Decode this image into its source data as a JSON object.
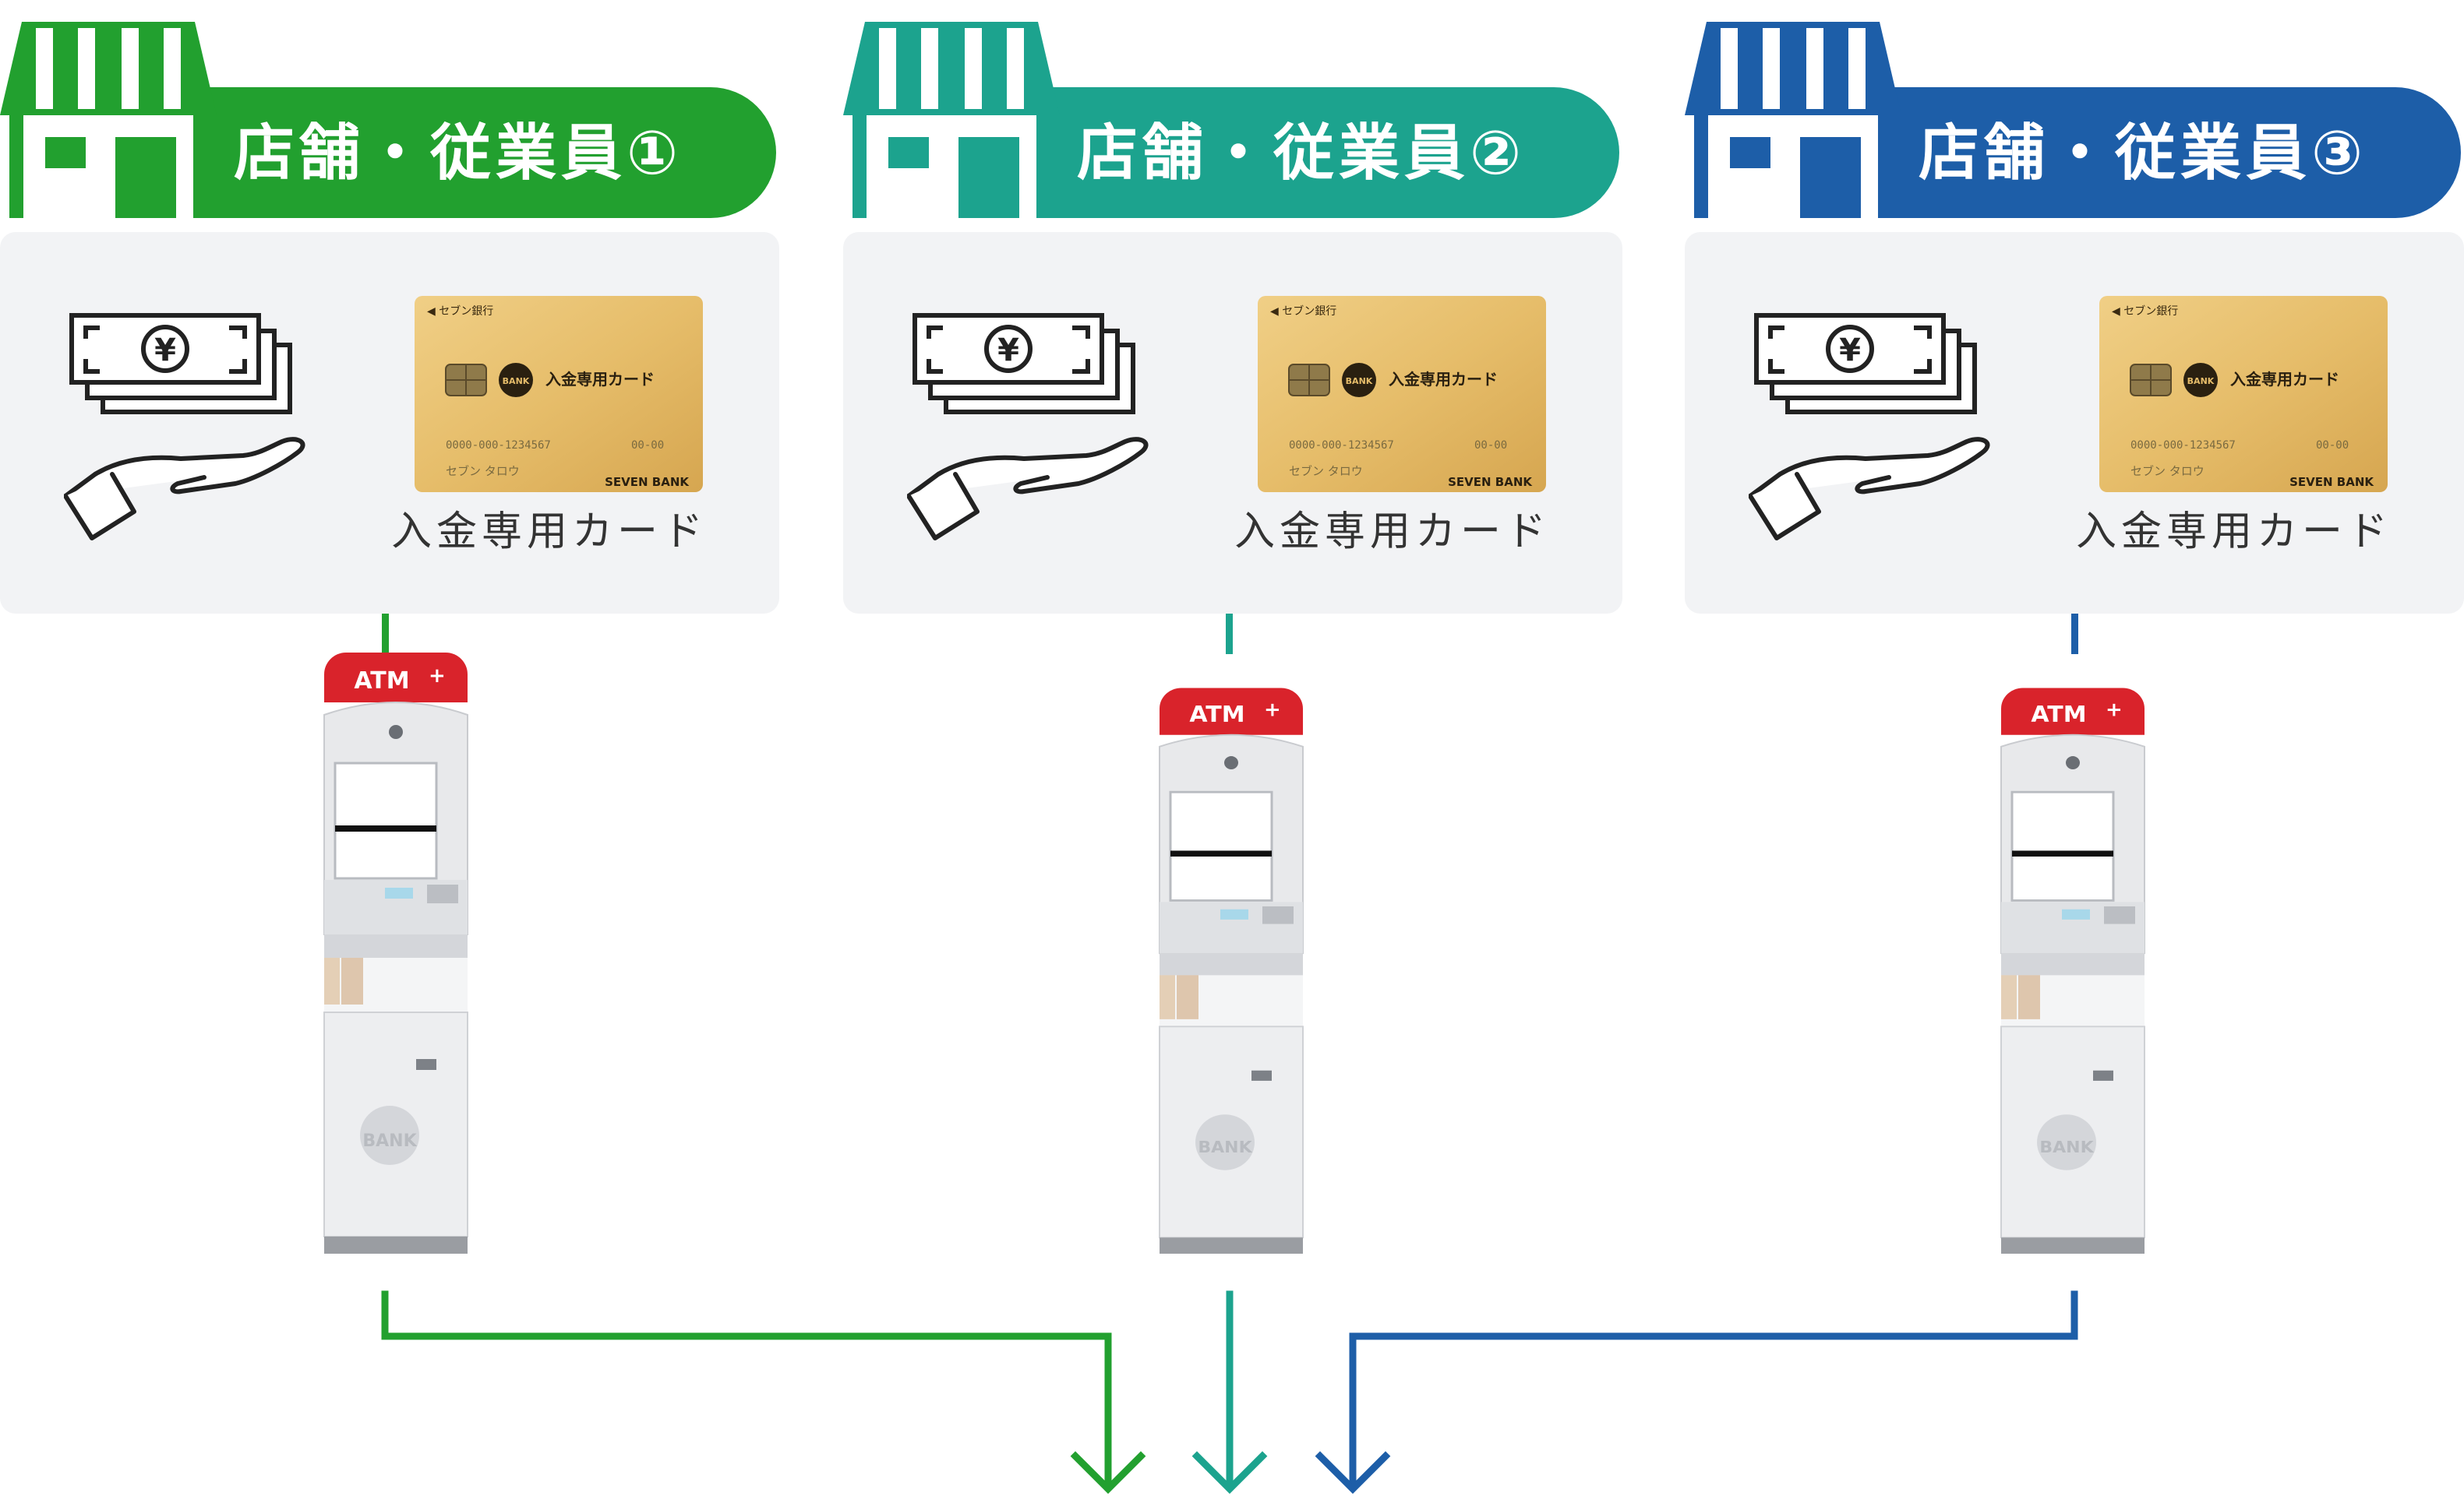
{
  "columns": [
    {
      "title": "店舗・従業員①",
      "color": "#22a02f",
      "card_caption": "入金専用カード"
    },
    {
      "title": "店舗・従業員②",
      "color": "#1ca38e",
      "card_caption": "入金専用カード"
    },
    {
      "title": "店舗・従業員③",
      "color": "#1d5ea8",
      "card_caption": "入金専用カード"
    }
  ],
  "card": {
    "bank_mark": "◀ セブン銀行",
    "label": "入金専用カード",
    "number": "0000-000-1234567",
    "expiry": "00-00",
    "holder": "セブン タロウ",
    "brand": "SEVEN BANK",
    "logo": "BANK"
  },
  "atm": {
    "sign": "ATM",
    "body_logo": "BANK"
  },
  "money": {
    "currency_symbol": "¥"
  }
}
